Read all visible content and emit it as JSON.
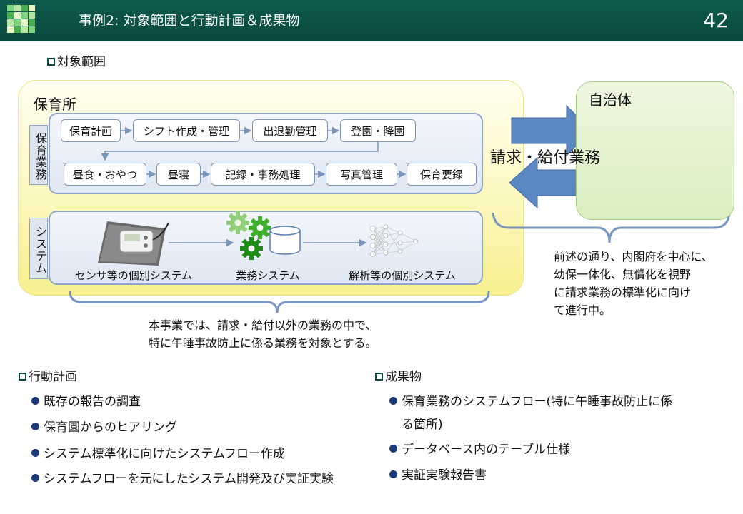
{
  "header": {
    "title": "事例2: 対象範囲と行動計画＆成果物",
    "page_number": "42",
    "logo_colors": [
      "#7fd27f",
      "#b9e6a5",
      "#4caf50",
      "#e8f5c8"
    ]
  },
  "scope_section": {
    "label": "対象範囲"
  },
  "diagram": {
    "hoikusho": {
      "label": "保育所",
      "business_label": "保育業務",
      "system_label": "システム",
      "business_row1": [
        "保育計画",
        "シフト作成・管理",
        "出退勤管理",
        "登園・降園"
      ],
      "business_row2": [
        "昼食・おやつ",
        "昼寝",
        "記録・事務処理",
        "写真管理",
        "保育要録"
      ],
      "system_items": {
        "sensor": "センサ等の個別システム",
        "business_system": "業務システム",
        "analysis": "解析等の個別システム"
      }
    },
    "jichitai": {
      "label": "自治体"
    },
    "exchange_label": "請求・給付業務",
    "note_bottom": [
      "本事業では、請求・給付以外の業務の中で、",
      "特に午睡事故防止に係る業務を対象とする。"
    ],
    "note_right": [
      "前述の通り、内閣府を中心に、",
      "幼保一体化、無償化を視野",
      "に請求業務の標準化に向け",
      "て進行中。"
    ]
  },
  "action_plan": {
    "label": "行動計画",
    "items": [
      "既存の報告の調査",
      "保育園からのヒアリング",
      "システム標準化に向けたシステムフロー作成",
      "システムフローを元にしたシステム開発及び実証実験"
    ]
  },
  "deliverables": {
    "label": "成果物",
    "items": [
      "保育業務のシステムフロー(特に午睡事故防止に係",
      "る箇所)",
      "データベース内のテーブル仕様",
      "実証実験報告書"
    ]
  },
  "colors": {
    "header_bg": "#0a4a3f",
    "arrow_blue": "#5b87c2",
    "bullet": "#1d3a7a",
    "yellow_panel": "#f8f090",
    "green_panel": "#d9efc0"
  }
}
